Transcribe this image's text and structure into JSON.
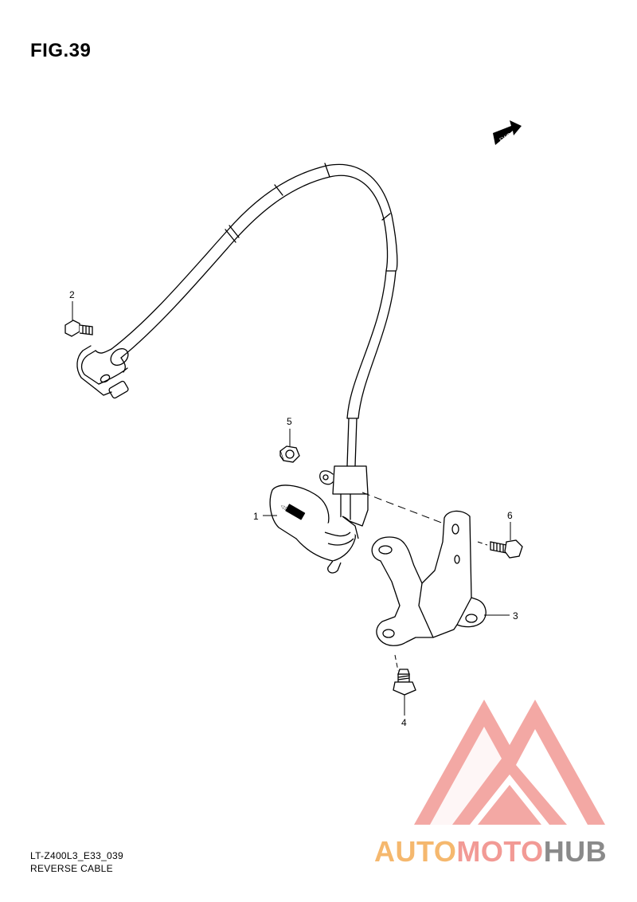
{
  "figure": {
    "title": "FIG.39",
    "model_code": "LT-Z400L3_E33_039",
    "caption": "REVERSE CABLE"
  },
  "direction_marker": {
    "label": "FWD",
    "icon": "forward-arrow-icon"
  },
  "callouts": [
    {
      "number": "1"
    },
    {
      "number": "2"
    },
    {
      "number": "3"
    },
    {
      "number": "4"
    },
    {
      "number": "5"
    },
    {
      "number": "6"
    }
  ],
  "watermark": {
    "part1": "AUTO",
    "part2": "MOTO",
    "part3": "HUB",
    "colors": {
      "auto": "#f5b86e",
      "moto": "#f29a95",
      "hub": "#8a8a8a",
      "triangle": "#f29a95"
    }
  },
  "colors": {
    "line": "#000000",
    "background": "#ffffff"
  }
}
